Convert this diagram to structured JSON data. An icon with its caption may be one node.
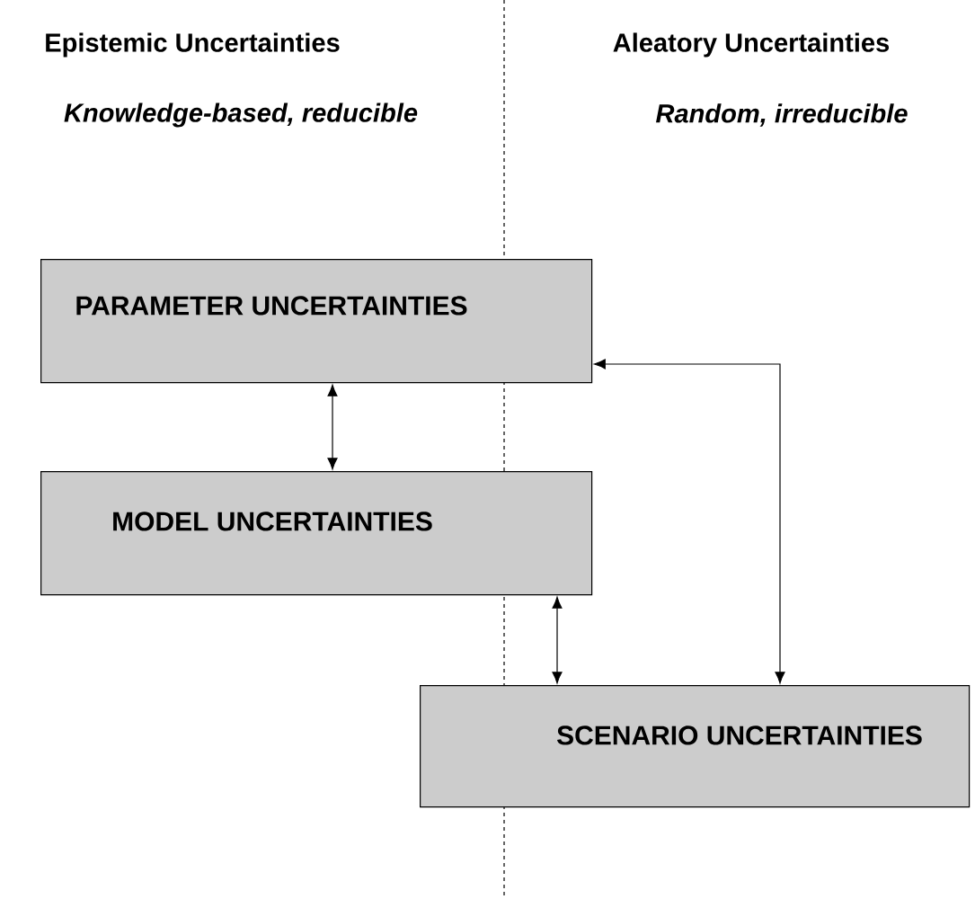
{
  "diagram": {
    "nodes": [
      {
        "text": [
          "PARAMETER UNCERTAINTIES"
        ]
      },
      {
        "text": [
          "MODEL UNCERTAINTIES"
        ]
      },
      {
        "text": [
          "SCENARIO UNCERTAINTIES"
        ]
      }
    ],
    "edges": [
      {
        "from": 0,
        "to": 1,
        "arrow": "both"
      },
      {
        "from": 1,
        "to": 2,
        "arrow": "both"
      },
      {
        "from": 2,
        "to": 0,
        "arrow": "both"
      }
    ],
    "labels": [
      "Epistemic Uncertainties",
      "Knowledge-based, reducible",
      "Aleatory Uncertainties",
      "Random, irreducible"
    ]
  }
}
